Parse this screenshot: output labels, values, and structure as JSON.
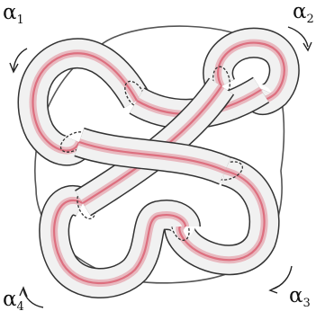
{
  "labels": [
    {
      "symbol": "α",
      "index": "1"
    },
    {
      "symbol": "α",
      "index": "2"
    },
    {
      "symbol": "α",
      "index": "3"
    },
    {
      "symbol": "α",
      "index": "4"
    }
  ],
  "colors": {
    "ink": "#333333",
    "tube_fill": "#f1f1f1",
    "core": "#dd6f7f",
    "background": "#ffffff"
  },
  "icons": [
    "rotation-arrow-icon"
  ]
}
